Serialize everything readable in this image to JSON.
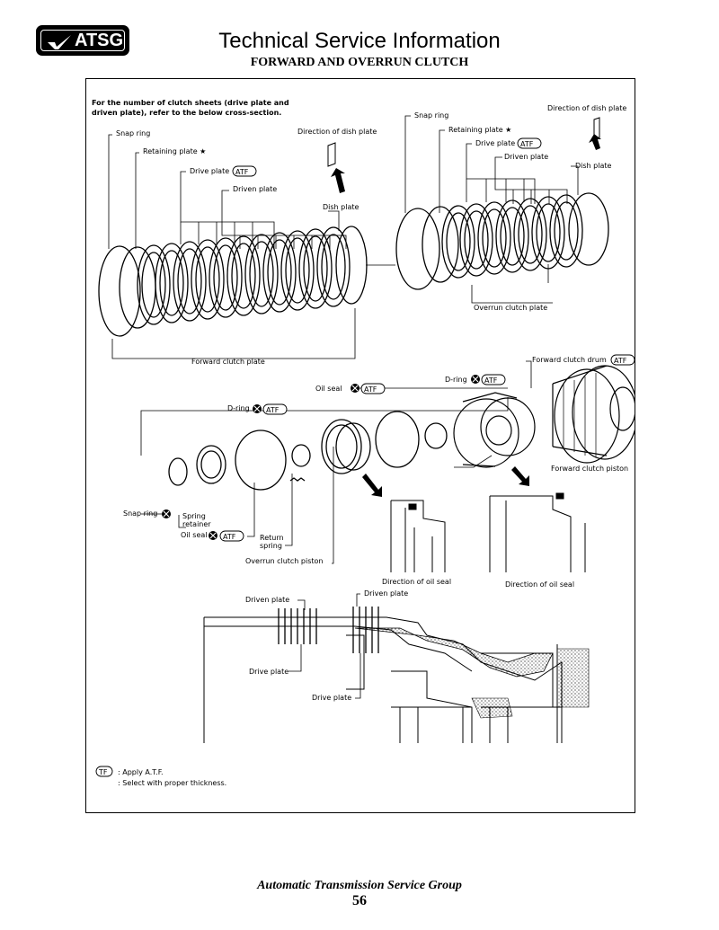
{
  "header": {
    "logo_text": "ATSG",
    "title": "Technical Service Information",
    "subtitle": "FORWARD AND OVERRUN CLUTCH"
  },
  "diagram": {
    "note_line1": "For the number of clutch sheets (drive plate and",
    "note_line2": "driven plate), refer to the below cross-section.",
    "forward_pack": {
      "snap_ring": "Snap ring",
      "retaining_plate": "Retaining plate ★",
      "drive_plate": "Drive plate",
      "driven_plate": "Driven plate",
      "dish_plate": "Dish plate",
      "direction_dish": "Direction of dish plate",
      "pack_label": "Forward clutch plate"
    },
    "overrun_pack": {
      "snap_ring": "Snap ring",
      "retaining_plate": "Retaining plate ★",
      "drive_plate": "Drive plate",
      "driven_plate": "Driven plate",
      "dish_plate": "Dish plate",
      "direction_dish": "Direction of dish plate",
      "pack_label": "Overrun clutch plate"
    },
    "assembly": {
      "forward_clutch_drum": "Forward clutch drum",
      "oil_seal_top": "Oil seal",
      "d_ring_top": "D-ring",
      "d_ring_left": "D-ring",
      "forward_clutch_piston": "Forward clutch piston",
      "snap_ring": "Snap ring",
      "spring_retainer_1": "Spring",
      "spring_retainer_2": "retainer",
      "oil_seal_bottom": "Oil seal",
      "return_spring_1": "Return",
      "return_spring_2": "spring",
      "overrun_piston": "Overrun clutch piston",
      "direction_oil_seal_1": "Direction of oil seal",
      "direction_oil_seal_2": "Direction of oil seal"
    },
    "cross_section": {
      "driven_plate_1": "Driven plate",
      "driven_plate_2": "Driven plate",
      "drive_plate_1": "Drive plate",
      "drive_plate_2": "Drive plate"
    },
    "atf_tag": "ATF",
    "legend": {
      "apply_icon": "TF",
      "apply_text": ": Apply A.T.F.",
      "select_text": ": Select with proper thickness."
    }
  },
  "footer": {
    "org": "Automatic Transmission Service Group",
    "page_number": "56"
  }
}
